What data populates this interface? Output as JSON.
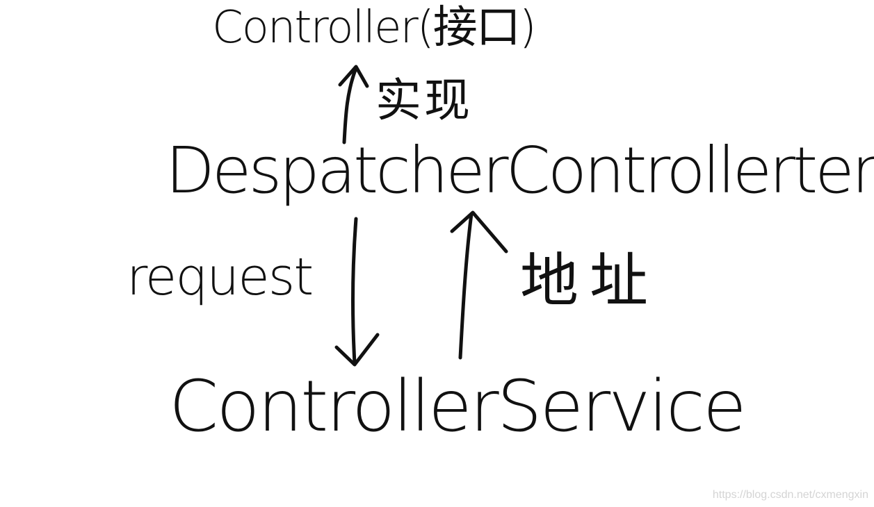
{
  "nodes": {
    "top": "Controller(接口)",
    "middle": "DespatcherControllerter",
    "bottom": "ControllerService"
  },
  "edge_labels": {
    "implements": "实现",
    "request": "request",
    "address": "地址"
  },
  "watermark": "https://blog.csdn.net/cxmengxin",
  "colors": {
    "ink": "#111111",
    "background": "#ffffff",
    "watermark": "#d4d4d4"
  }
}
